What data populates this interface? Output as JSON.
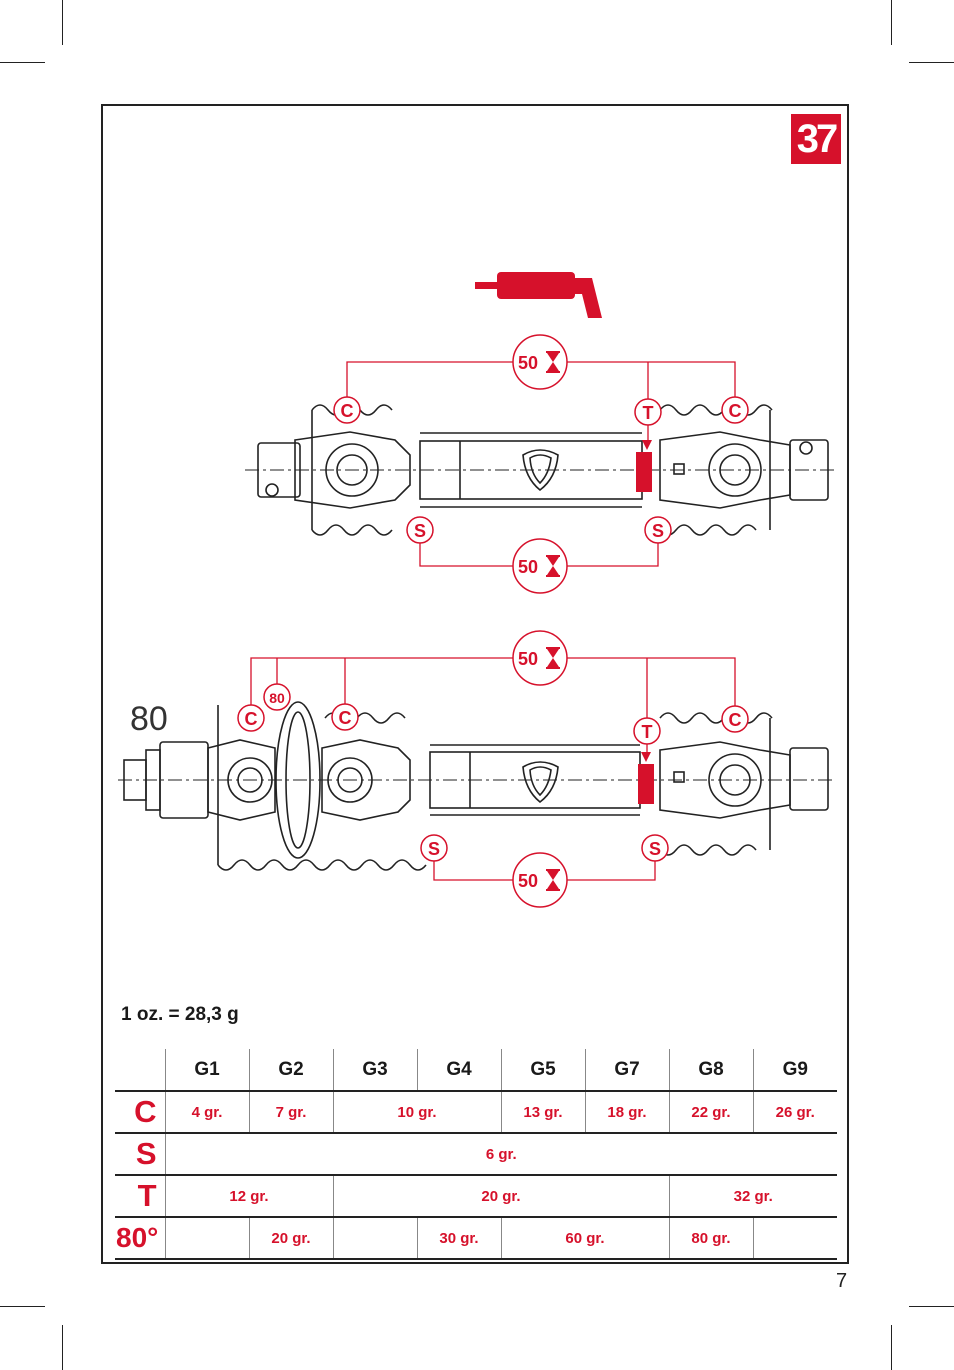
{
  "page": {
    "section_badge": "37",
    "page_number": "7",
    "side_label": "80",
    "conversion_note": "1 oz. = 28,3 g"
  },
  "colors": {
    "accent": "#d6112b",
    "ink": "#222222"
  },
  "icons": [
    "grease-gun-icon",
    "hourglass-icon"
  ],
  "diagram": {
    "top_shaft": {
      "labels": {
        "c_left": "C",
        "t": "T",
        "c_right": "C",
        "s_left": "S",
        "s_right": "S"
      },
      "interval_top": "50",
      "interval_bottom": "50"
    },
    "bottom_shaft": {
      "labels": {
        "c_far_left": "C",
        "c_mid": "C",
        "t": "T",
        "c_right": "C",
        "s_left": "S",
        "s_right": "S",
        "deg80": "80"
      },
      "interval_top": "50",
      "interval_bottom": "50"
    }
  },
  "table": {
    "columns": [
      "G1",
      "G2",
      "G3",
      "G4",
      "G5",
      "G7",
      "G8",
      "G9"
    ],
    "rows": {
      "c": {
        "label": "C",
        "cells": [
          "4 gr.",
          "7 gr.",
          "10 gr.",
          "13 gr.",
          "18 gr.",
          "22 gr.",
          "26 gr."
        ]
      },
      "s": {
        "label": "S",
        "cells": [
          "6 gr."
        ]
      },
      "t": {
        "label": "T",
        "cells": [
          "12 gr.",
          "20 gr.",
          "32 gr."
        ]
      },
      "d80": {
        "label": "80°",
        "cells": [
          "",
          "20 gr.",
          "",
          "30 gr.",
          "60 gr.",
          "80 gr.",
          ""
        ]
      }
    }
  }
}
